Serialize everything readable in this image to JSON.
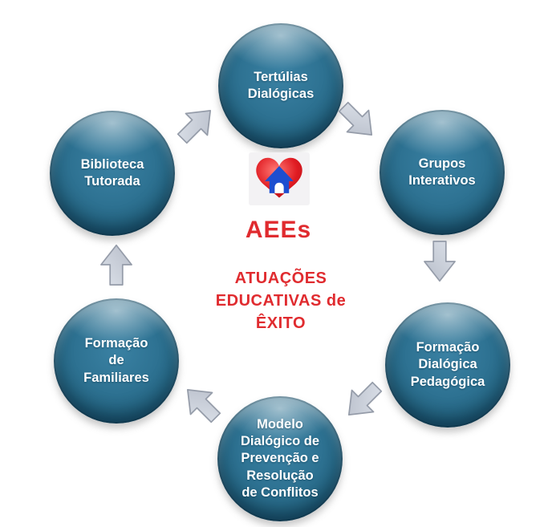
{
  "diagram": {
    "center": {
      "acronym": "AEEs",
      "title": "ATUAÇÕES\nEDUCATIVAS de\nÊXITO",
      "icon": "heart-with-house-icon"
    },
    "circles": [
      {
        "id": "tertulias-dialogicas",
        "label": "Tertúlias\nDialógicas"
      },
      {
        "id": "grupos-interativos",
        "label": "Grupos\nInterativos"
      },
      {
        "id": "formacao-dialogica",
        "label": "Formação\nDialógica\nPedagógica"
      },
      {
        "id": "modelo-dialogico",
        "label": "Modelo\nDialógico de\nPrevenção e\nResolução\nde Conflitos"
      },
      {
        "id": "formacao-de-familiares",
        "label": "Formação\nde\nFamiliares"
      },
      {
        "id": "biblioteca-tutorada",
        "label": "Biblioteca\nTutorada"
      }
    ],
    "arrows": [
      {
        "name": "arrow-biblioteca-to-tertulias",
        "direction": "up-right"
      },
      {
        "name": "arrow-tertulias-to-grupos",
        "direction": "down-right"
      },
      {
        "name": "arrow-grupos-to-formacao-dialogica",
        "direction": "down"
      },
      {
        "name": "arrow-formacao-dialogica-to-modelo",
        "direction": "down-left"
      },
      {
        "name": "arrow-modelo-to-familiares",
        "direction": "up-left"
      },
      {
        "name": "arrow-familiares-to-biblioteca",
        "direction": "up"
      }
    ],
    "colors": {
      "circle_fill": "#2d7191",
      "circle_rim": "#10344a",
      "circle_highlight": "#9ccbe0",
      "arrow_fill": "#c9cfd9",
      "arrow_border": "#959ca9",
      "accent_red": "#e02b2f",
      "heart_red": "#d6181f",
      "house_blue": "#1d4ed0",
      "label_text": "#ffffff"
    }
  }
}
